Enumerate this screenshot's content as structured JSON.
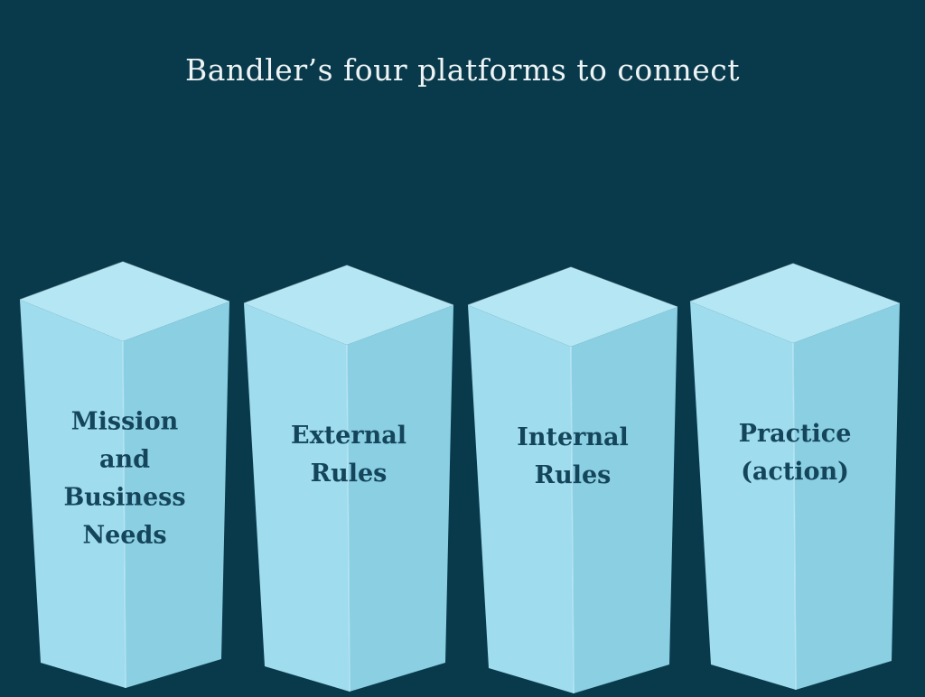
{
  "slide": {
    "title": "Bandler’s four platforms to connect",
    "background_color": "#083a4c",
    "title_color": "#eef3f4"
  },
  "pillars": [
    {
      "label": "Mission\nand\nBusiness\nNeeds"
    },
    {
      "label": "External\nRules"
    },
    {
      "label": "Internal\nRules"
    },
    {
      "label": "Practice\n(action)"
    }
  ],
  "colors": {
    "face_top": "#b5e6f4",
    "face_left": "#9fdcee",
    "face_right": "#8bcfe3",
    "label_text": "#14455b"
  }
}
